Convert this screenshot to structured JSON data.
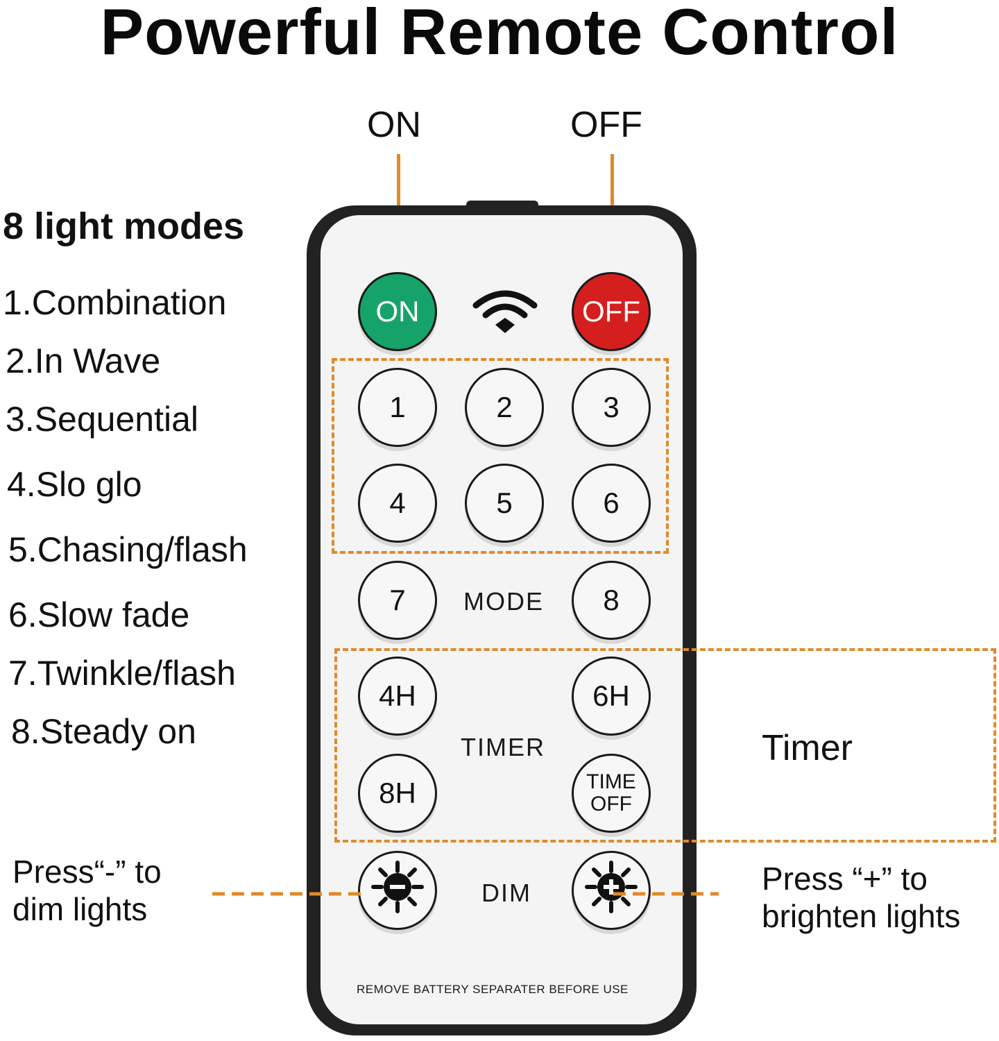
{
  "title": "Powerful Remote Control",
  "callouts": {
    "on": "ON",
    "off": "OFF",
    "timer": "Timer",
    "dim_line1": "Press“-” to",
    "dim_line2": "dim lights",
    "bright_line1": "Press “+” to",
    "bright_line2": "brighten lights"
  },
  "modes": {
    "heading": "8 light modes",
    "items": [
      "1.Combination",
      "2.In Wave",
      "3.Sequential",
      "4.Slo glo",
      "5.Chasing/flash",
      "6.Slow fade",
      "7.Twinkle/flash",
      "8.Steady on"
    ]
  },
  "remote": {
    "on_label": "ON",
    "off_label": "OFF",
    "numbers": [
      "1",
      "2",
      "3",
      "4",
      "5",
      "6",
      "7",
      "8"
    ],
    "mode_label": "MODE",
    "timer_label": "TIMER",
    "timers": [
      "4H",
      "6H",
      "8H"
    ],
    "time_off_line1": "TIME",
    "time_off_line2": "OFF",
    "dim_label": "DIM",
    "footer": "REMOVE BATTERY SEPARATER BEFORE USE"
  },
  "colors": {
    "on_button": "#16a369",
    "off_button": "#d51f1f",
    "accent": "#e08a2a",
    "remote_body": "#222222",
    "remote_face": "#f4f4f4"
  },
  "icons": {
    "signal": "wifi-icon",
    "dim_minus": "sun-minus-icon",
    "dim_plus": "sun-plus-icon"
  }
}
